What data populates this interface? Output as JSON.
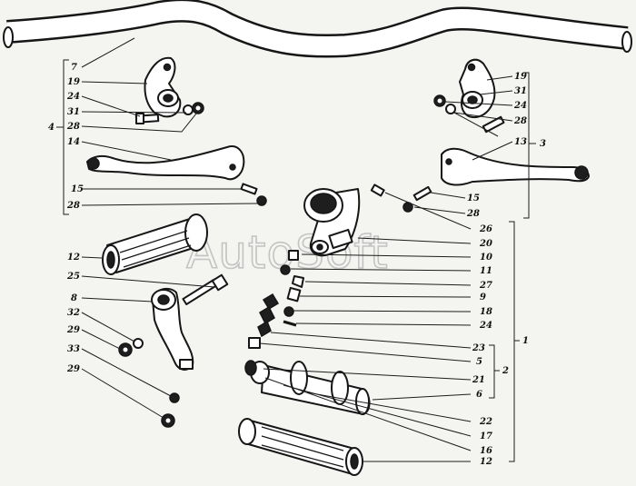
{
  "watermark": "AutoSoft",
  "callouts": {
    "left_top": [
      "7",
      "19",
      "24",
      "31",
      "28",
      "14",
      "15",
      "28"
    ],
    "left_group": "4",
    "right_top": [
      "19",
      "31",
      "24",
      "28",
      "13",
      "15",
      "28"
    ],
    "right_group": "3",
    "center_column": [
      "26",
      "20",
      "10",
      "11",
      "27",
      "9",
      "18",
      "24",
      "23",
      "5",
      "21",
      "6",
      "22",
      "17",
      "16",
      "12"
    ],
    "center_groups": [
      "1",
      "2"
    ],
    "left_lower": [
      "12",
      "25",
      "8",
      "32",
      "29",
      "33",
      "29"
    ]
  }
}
